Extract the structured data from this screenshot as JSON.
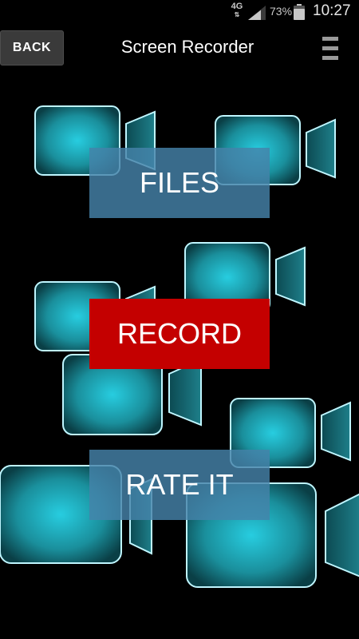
{
  "status_bar": {
    "network": "4G",
    "network_arrows": "⇅",
    "battery_percent": "73%",
    "time": "10:27"
  },
  "toolbar": {
    "back_label": "BACK",
    "title": "Screen Recorder",
    "menu_icon": "hamburger-menu-icon"
  },
  "actions": {
    "files_label": "FILES",
    "record_label": "RECORD",
    "rate_label": "RATE IT"
  },
  "colors": {
    "background": "#000000",
    "accent_blue": "#4682aa",
    "record_red": "#c40000",
    "camera_teal": "#22c8d8"
  }
}
